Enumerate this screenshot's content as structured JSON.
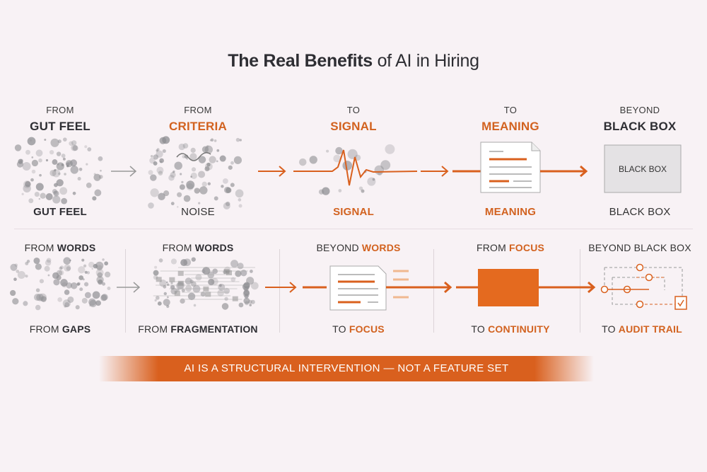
{
  "title": {
    "bold": "The Real Benefits",
    "rest": " of AI in Hiring"
  },
  "colors": {
    "accent": "#d9601e",
    "dark": "#2e2e33",
    "gray": "#9a9a9a"
  },
  "row1": [
    {
      "top_small": "FROM",
      "top_big": "GUT FEEL",
      "top_accent": false,
      "bottom": "GUT FEEL",
      "bottom_style": "dark-bold",
      "icon": "dot-cloud-icon"
    },
    {
      "top_small": "FROM",
      "top_big": "CRITERIA",
      "top_accent": true,
      "bottom": "NOISE",
      "bottom_style": "regular",
      "icon": "noisy-dots-icon"
    },
    {
      "top_small": "TO",
      "top_big": "SIGNAL",
      "top_accent": true,
      "bottom": "SIGNAL",
      "bottom_style": "accent-bold",
      "icon": "signal-wave-icon"
    },
    {
      "top_small": "TO",
      "top_big": "MEANING",
      "top_accent": true,
      "bottom": "MEANING",
      "bottom_style": "accent-bold",
      "icon": "document-icon"
    },
    {
      "top_small": "BEYOND",
      "top_big": "BLACK BOX",
      "top_accent": false,
      "bottom": "BLACK BOX",
      "bottom_style": "regular",
      "icon": "black-box-icon",
      "box_label": "BLACK BOX"
    }
  ],
  "row2": [
    {
      "top_pre": "FROM ",
      "top_em": "WORDS",
      "top_accent": false,
      "bottom_pre": "FROM ",
      "bottom_em": "GAPS",
      "bottom_accent": false
    },
    {
      "top_pre": "FROM ",
      "top_em": "WORDS",
      "top_accent": false,
      "bottom_pre": "FROM ",
      "bottom_em": "FRAGMENTATION",
      "bottom_accent": false
    },
    {
      "top_pre": "BEYOND ",
      "top_em": "WORDS",
      "top_accent": true,
      "bottom_pre": "TO ",
      "bottom_em": "FOCUS",
      "bottom_accent": true
    },
    {
      "top_pre": "FROM ",
      "top_em": "FOCUS",
      "top_accent": true,
      "bottom_pre": "TO ",
      "bottom_em": "CONTINUITY",
      "bottom_accent": true
    },
    {
      "top_pre": "BEYOND BLACK BOX",
      "top_em": "",
      "top_accent": false,
      "bottom_pre": "TO ",
      "bottom_em": "AUDIT TRAIL",
      "bottom_accent": true
    }
  ],
  "banner": "AI IS A STRUCTURAL INTERVENTION — NOT A FEATURE SET"
}
